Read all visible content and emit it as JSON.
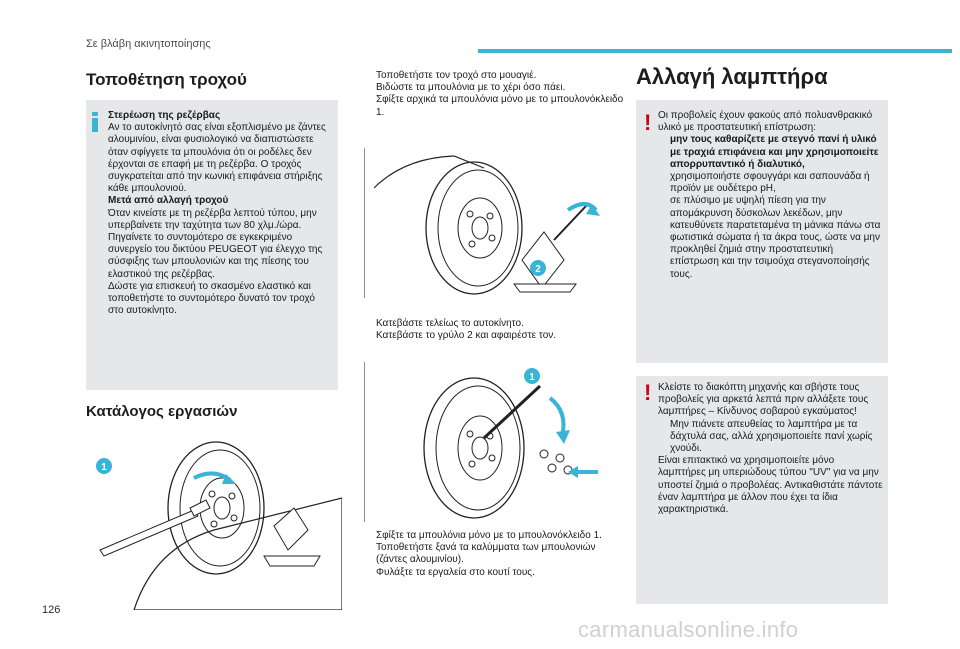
{
  "header": {
    "section_title": "Σε βλάβη ακινητοποίησης",
    "page_number": "126"
  },
  "watermark": "carmanualsonline.info",
  "left_column": {
    "title": "Τοποθέτηση τροχού",
    "info_box": {
      "heading1": "Στερέωση της ρεζέρβας",
      "lines1": [
        "Αν το αυτοκίνητό σας είναι εξοπλισμένο με ζάντες",
        "αλουμινίου, είναι φυσιολογικό να διαπιστώσετε",
        "όταν σφίγγετε τα μπουλόνια ότι οι ροδέλες δεν",
        "έρχονται σε επαφή με τη ρεζέρβα. Ο τροχός",
        "συγκρατείται από την κωνική επιφάνεια στήριξης",
        "κάθε μπουλονιού."
      ],
      "heading2": "Μετά από αλλαγή τροχού",
      "lines2": [
        "Όταν κινείστε με τη ρεζέρβα λεπτού τύπου, μην",
        "υπερβαίνετε την ταχύτητα των 80 χλμ./ώρα.",
        "Πηγαίνετε το συντομότερο σε εγκεκριμένο",
        "συνεργείο του δικτύου PEUGEOT για έλεγχο της",
        "σύσφιξης των μπουλονιών και της πίεσης του",
        "ελαστικού της ρεζέρβας.",
        "Δώστε για επισκευή το σκασμένο ελαστικό και",
        "τοποθετήστε το συντομότερο δυνατό τον τροχό",
        "στο αυτοκίνητο."
      ]
    },
    "tools_title": "Κατάλογος εργασιών",
    "callout1": "1"
  },
  "middle_column": {
    "bullet_glyph": "",
    "steps_top": [
      "Τοποθετήστε τον τροχό στο μουαγιέ.",
      "Βιδώστε τα μπουλόνια με το χέρι όσο πάει.",
      "Σφίξτε αρχικά τα μπουλόνια μόνο με το μπουλονόκλειδο 1."
    ],
    "steps_mid": [
      "Κατεβάστε τελείως το αυτοκίνητο.",
      "Κατεβάστε το γρύλο 2 και αφαιρέστε τον."
    ],
    "steps_bottom": [
      "Σφίξτε τα μπουλόνια μόνο με το μπουλονόκλειδο 1.",
      "Τοποθετήστε ξανά τα καλύμματα των μπουλονιών (ζάντες αλουμινίου).",
      "Φυλάξτε τα εργαλεία στο κουτί τους."
    ],
    "callout2": "2",
    "callout1": "1"
  },
  "right_column": {
    "title": "Αλλαγή λαμπτήρα",
    "warn1": {
      "intro": "Οι προβολείς έχουν φακούς από πολυανθρακικό υλικό με προστατευτική επίστρωση:",
      "item1_bold": "μην τους καθαρίζετε με στεγνό πανί ή υλικό με τραχιά επιφάνεια και μην χρησιμοποιείτε απορρυπαντικό ή διαλυτικό,",
      "item2": "χρησιμοποιήστε σφουγγάρι και σαπουνάδα ή προϊόν με ουδέτερο pH,",
      "item3": "σε πλύσιμο με υψηλή πίεση για την απομάκρυνση δύσκολων λεκέδων, μην κατευθύνετε παρατεταμένα τη μάνικα πάνω στα φωτιστικά σώματα ή τα άκρα τους, ώστε να μην προκληθεί ζημιά στην προστατευτική επίστρωση και την τσιμούχα στεγανοποίησής τους."
    },
    "warn2": {
      "intro": "Κλείστε το διακόπτη μηχανής και σβήστε τους προβολείς για αρκετά λεπτά πριν αλλάξετε τους λαμπτήρες – Κίνδυνος σοβαρού εγκαύματος!",
      "item1": "Μην πιάνετε απευθείας το λαμπτήρα με τα δάχτυλά σας, αλλά χρησιμοποιείτε πανί χωρίς χνούδι.",
      "rest": "Είναι επιτακτικό να χρησιμοποιείτε μόνο λαμπτήρες μη υπεριώδους τύπου \"UV\" για να μην υποστεί ζημιά ο προβολέας. Αντικαθιστάτε πάντοτε έναν λαμπτήρα με άλλον που έχει τα ίδια χαρακτηριστικά."
    },
    "warn_symbol": "!"
  }
}
